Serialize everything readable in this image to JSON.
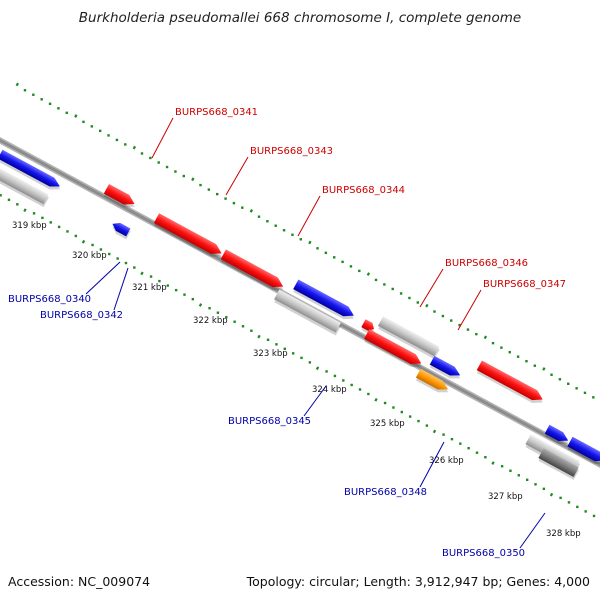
{
  "title": "Burkholderia pseudomallei 668 chromosome I, complete genome",
  "footer": {
    "accession": "Accession: NC_009074",
    "summary": "Topology: circular; Length: 3,912,947 bp; Genes: 4,000"
  },
  "colors": {
    "forward_gene": "#ff1010",
    "reverse_gene": "#1414ee",
    "other_gene": "#ff9900",
    "gray_feature": "#c6c6c6",
    "dark_feature": "#7a7a7a",
    "backbone": "#8c8c8c",
    "tick_dots": "#1f8a1f",
    "forward_label": "#cc0000",
    "reverse_label": "#0000aa"
  },
  "axis_ticks": [
    "319 kbp",
    "320 kbp",
    "321 kbp",
    "322 kbp",
    "323 kbp",
    "324 kbp",
    "325 kbp",
    "326 kbp",
    "327 kbp",
    "328 kbp"
  ],
  "gene_labels": {
    "forward": [
      "BURPS668_0341",
      "BURPS668_0343",
      "BURPS668_0344",
      "BURPS668_0346",
      "BURPS668_0347"
    ],
    "reverse": [
      "BURPS668_0340",
      "BURPS668_0342",
      "BURPS668_0345",
      "BURPS668_0348",
      "BURPS668_0350"
    ]
  }
}
